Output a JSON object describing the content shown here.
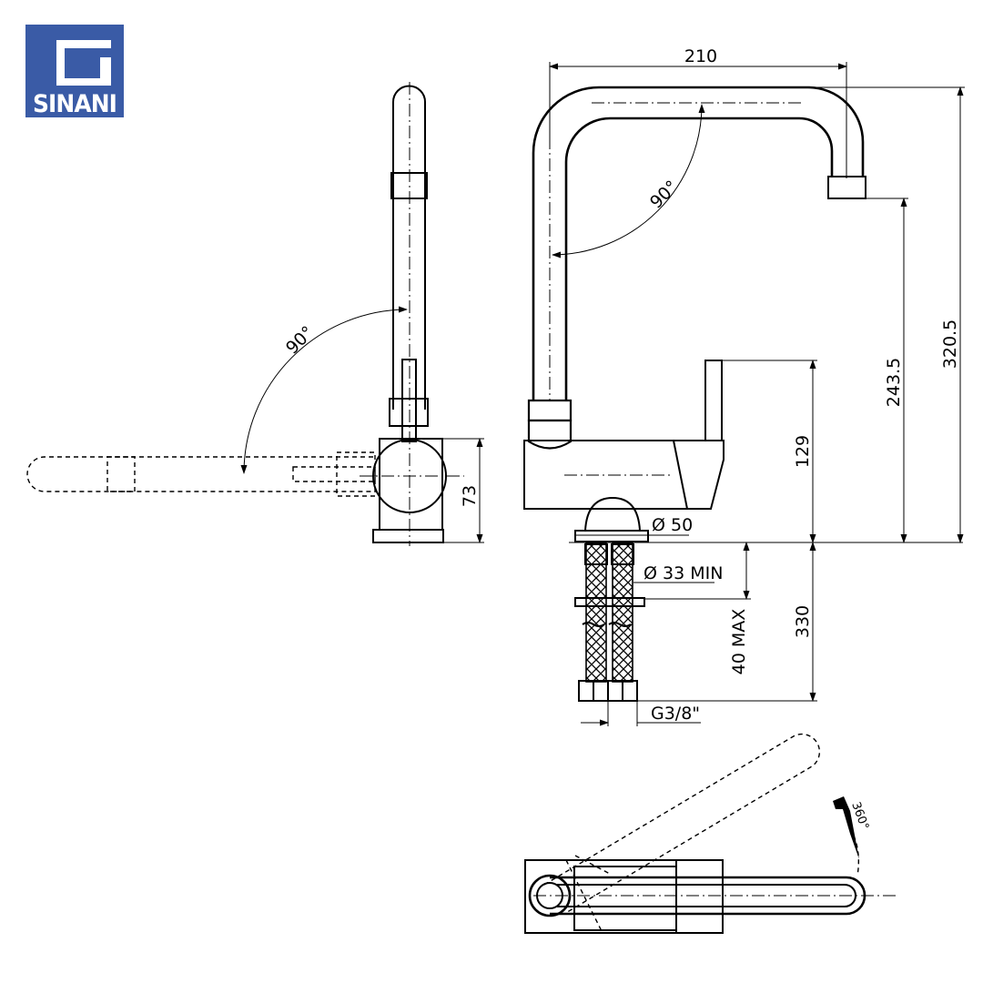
{
  "brand": {
    "name": "SINANI",
    "color": "#3a5ba6"
  },
  "dimensions": {
    "spout_reach": "210",
    "overall_height": "320.5",
    "outlet_height": "243.5",
    "lever_height": "129",
    "body_height": "73",
    "base_diameter": "Ø 50",
    "hole_diameter": "Ø 33 MIN",
    "counter_thickness": "40 MAX",
    "hose_length": "330",
    "thread": "G3/8\"",
    "spout_angle": "90°",
    "lever_angle": "90°",
    "rotation": "360°"
  },
  "colors": {
    "line": "#000000",
    "background": "#ffffff"
  }
}
